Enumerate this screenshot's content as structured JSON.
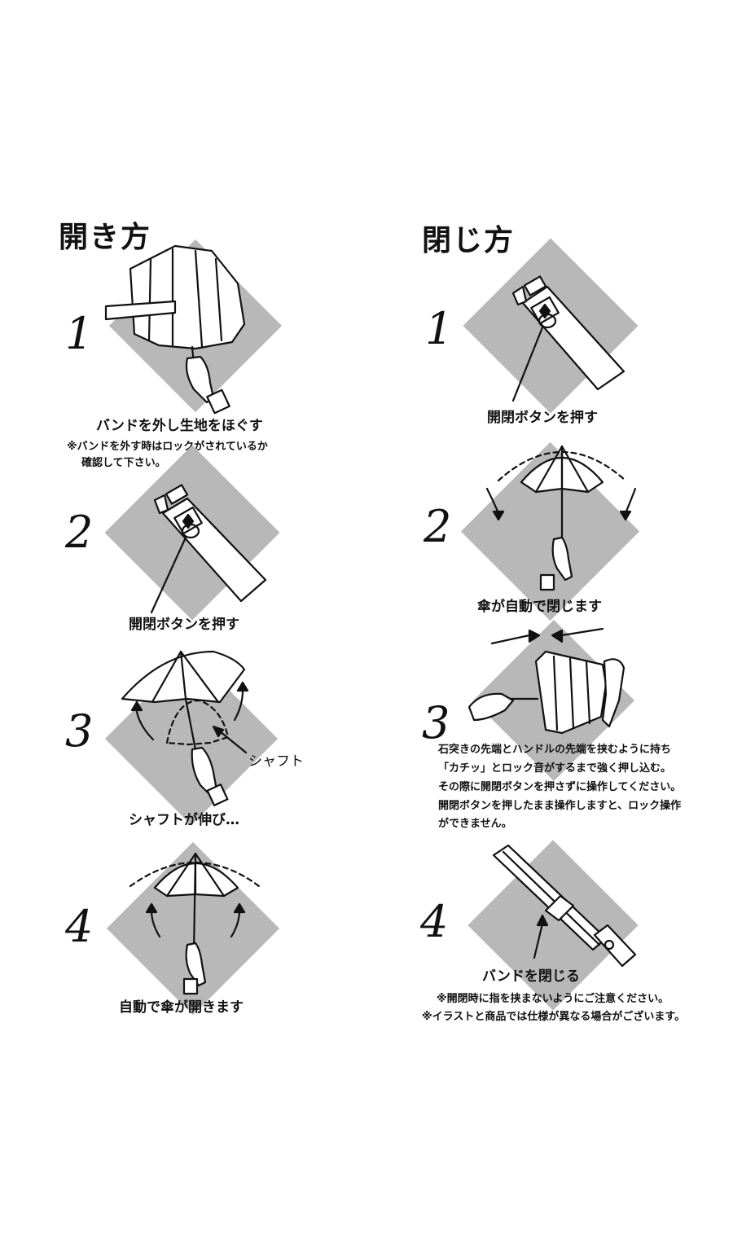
{
  "open_section": {
    "title": "開き方",
    "steps": [
      {
        "number": "1",
        "caption": "バンドを外し生地をほぐす",
        "note_lines": [
          "※バンドを外す時はロックがされているか",
          "確認して下さい。"
        ]
      },
      {
        "number": "2",
        "caption": "開閉ボタンを押す"
      },
      {
        "number": "3",
        "caption": "シャフトが伸び…",
        "label": "シャフト"
      },
      {
        "number": "4",
        "caption": "自動で傘が開きます"
      }
    ]
  },
  "close_section": {
    "title": "閉じ方",
    "steps": [
      {
        "number": "1",
        "caption": "開閉ボタンを押す"
      },
      {
        "number": "2",
        "caption": "傘が自動で閉じます"
      },
      {
        "number": "3",
        "note_lines": [
          "石突きの先端とハンドルの先端を挟むように持ち",
          "「カチッ」とロック音がするまで強く押し込む。",
          "その際に開閉ボタンを押さずに操作してください。",
          "開閉ボタンを押したまま操作しますと、ロック操作",
          "ができません。"
        ]
      },
      {
        "number": "4",
        "caption": "バンドを閉じる",
        "note_lines": [
          "※開閉時に指を挟まないようにご注意ください。",
          "※イラストと商品では仕様が異なる場合がございます。"
        ]
      }
    ]
  }
}
